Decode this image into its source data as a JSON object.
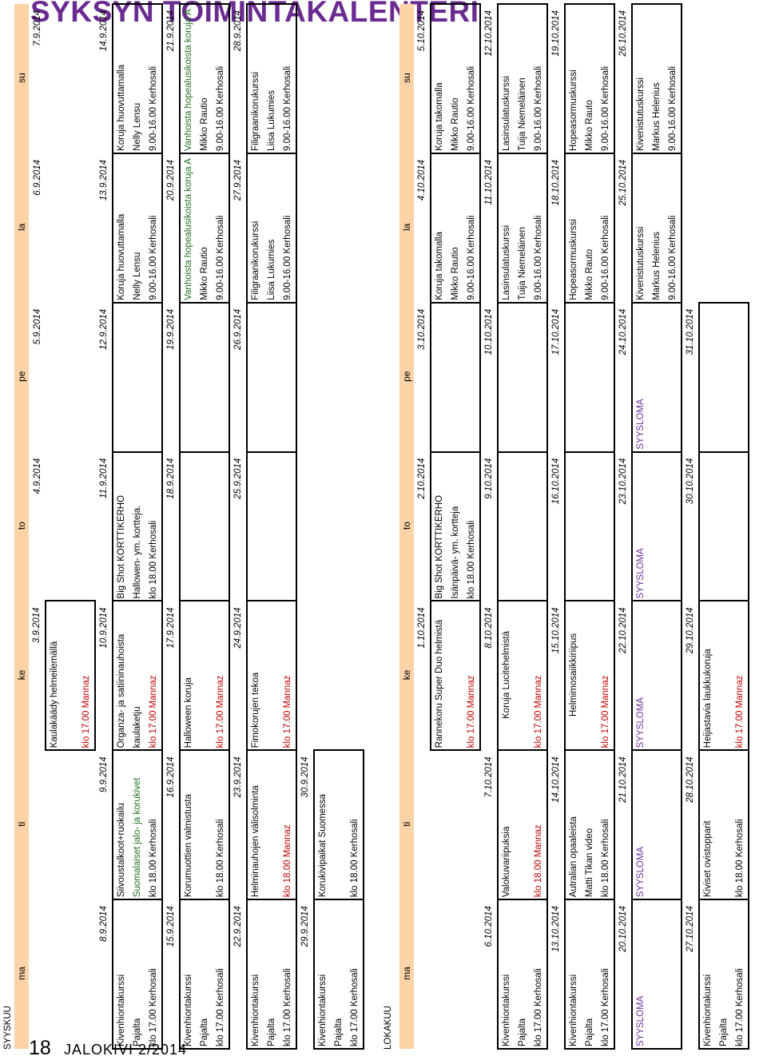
{
  "title": "SYKSYN TOIMINTAKALENTERI",
  "footer": {
    "page": "18",
    "magazine": "JALOKIVI 2/2014"
  },
  "days": [
    "ma",
    "ti",
    "ke",
    "to",
    "pe",
    "la",
    "su"
  ],
  "september": {
    "label": "SYYSKUU",
    "weeks": [
      {
        "dates": [
          "",
          "",
          "3.9.2014",
          "4.9.2014",
          "5.9.2014",
          "6.9.2014",
          "7.9.2014"
        ],
        "cells": [
          null,
          null,
          [
            "Kaulakäädy helmeilemällä",
            "",
            "klo 17.00  Mannaz"
          ],
          null,
          null,
          null,
          null
        ]
      },
      {
        "dates": [
          "8.9.2014",
          "9.9.2014",
          "10.9.2014",
          "11.9.2014",
          "12.9.2014",
          "13.9.2014",
          "14.9.2014"
        ],
        "cells": [
          [
            "Kivenhiontakurssi",
            "Pajalta",
            "klo 17.00 Kerhosali"
          ],
          [
            "Siivoustalkoot+ruokailu",
            "Suomalaiset jalo- ja korukivet",
            "klo 18.00 Kerhosali"
          ],
          [
            "Organza- ja satiininauhoista",
            "kaulaketju",
            "klo 17.00  Mannaz"
          ],
          [
            "Big Shot KORTTIKERHO",
            "Hallowen- ym. kortteja.",
            "klo 18.00 Kerhosali"
          ],
          [
            "",
            "",
            ""
          ],
          [
            "Koruja huovuttamalla",
            "Nelly Lensu",
            "9.00-16.00 Kerhosali"
          ],
          [
            "Koruja huovuttamalla",
            "Nelly Lensu",
            "9.00-16.00 Kerhosali"
          ]
        ]
      },
      {
        "dates": [
          "15.9.2014",
          "16.9.2014",
          "17.9.2014",
          "18.9.2014",
          "19.9.2014",
          "20.9.2014",
          "21.9.2014"
        ],
        "cells": [
          [
            "Kivenhiontakurssi",
            "Pajalta",
            "klo 17.00 Kerhosali"
          ],
          [
            "Korumuottien valmistusta",
            "",
            "klo 18.00 Kerhosali"
          ],
          [
            "Halloween koruja",
            "",
            "klo 17.00  Mannaz"
          ],
          [
            "",
            "",
            ""
          ],
          [
            "",
            "",
            ""
          ],
          [
            "Vanhoista hopealusikoista koruja A",
            "Mikko Rautio",
            "9.00-16.00 Kerhosali"
          ],
          [
            "Vanhoista hopealusikoista koruja A",
            "Mikko Rautio",
            "9.00-16.00 Kerhosali"
          ]
        ]
      },
      {
        "dates": [
          "22.9.2014",
          "23.9.2014",
          "24.9.2014",
          "25.9.2014",
          "26.9.2014",
          "27.9.2014",
          "28.9.2014"
        ],
        "cells": [
          [
            "Kivenhiontakurssi",
            "Pajalta",
            "klo 17.00 Kerhosali"
          ],
          [
            "Helminauhojen välisolminta",
            "",
            "klo 18.00  Mannaz"
          ],
          [
            "Fimokorujen tekoa",
            "",
            "klo 17.00  Mannaz"
          ],
          [
            "",
            "",
            ""
          ],
          [
            "",
            "",
            ""
          ],
          [
            "Filigraanikorukurssi",
            "Liisa Lukumies",
            "9.00-16.00 Kerhosali"
          ],
          [
            "Filigraanikorukurssi",
            "Liisa Lukumies",
            "9.00-16.00 Kerhosali"
          ]
        ]
      },
      {
        "dates": [
          "29.9.2014",
          "30.9.2014",
          "",
          "",
          "",
          "",
          ""
        ],
        "cells": [
          [
            "Kivenhiontakurssi",
            "Pajalta",
            "klo 17.00 Kerhosali"
          ],
          [
            "Korukivipaikat Suomessa",
            "",
            "klo 18.00 Kerhosali"
          ],
          null,
          null,
          null,
          null,
          null
        ]
      }
    ]
  },
  "october": {
    "label": "LOKAKUU",
    "weeks": [
      {
        "dates": [
          "",
          "",
          "1.10.2014",
          "2.10.2014",
          "3.10.2014",
          "4.10.2014",
          "5.10.2014"
        ],
        "cells": [
          null,
          null,
          [
            "Rannekoru Super Duo helmistä",
            "",
            "klo 17.00  Mannaz"
          ],
          [
            "Big Shot KORTTIKERHO",
            "Isänpäivä- ym. kortteja",
            "klo 18.00 Kerhosali"
          ],
          [
            "",
            "",
            ""
          ],
          [
            "Koruja takomalla",
            "Mikko Rautio",
            "9.00-16.00 Kerhosali"
          ],
          [
            "Koruja takomalla",
            "Mikko Rautio",
            "9.00-16.00 Kerhosali"
          ]
        ]
      },
      {
        "dates": [
          "6.10.2014",
          "7.10.2014",
          "8.10.2014",
          "9.10.2014",
          "10.10.2014",
          "11.10.2014",
          "12.10.2014"
        ],
        "cells": [
          [
            "Kivenhiontakurssi",
            "Pajalta",
            "klo 17.00 Kerhosali"
          ],
          [
            "Valokuvariipuksia",
            "",
            "klo 18.00  Mannaz"
          ],
          [
            "Koruja Lucitehelmistä",
            "",
            "klo 17.00  Mannaz"
          ],
          [
            "",
            "",
            ""
          ],
          [
            "",
            "",
            ""
          ],
          [
            "Lasinsulatuskurssi",
            "Tuija Niemeläinen",
            "9.00-16.00 Kerhosali"
          ],
          [
            "Lasinsulatuskurssi",
            "Tuija Niemeläinen",
            "9.00-16.00 Kerhosali"
          ]
        ]
      },
      {
        "dates": [
          "13.10.2014",
          "14.10.2014",
          "15.10.2014",
          "16.10.2014",
          "17.10.2014",
          "18.10.2014",
          "19.10.2014"
        ],
        "cells": [
          [
            "Kivenhiontakurssi",
            "Pajalta",
            "klo 17.00 Kerhosali"
          ],
          [
            "Autralian opaaleista",
            "Matti Tikan video",
            "klo 18.00 Kerhosali"
          ],
          [
            "Helmimosaiikkiriipus",
            "",
            "klo 17.00  Mannaz"
          ],
          [
            "",
            "",
            ""
          ],
          [
            "",
            "",
            ""
          ],
          [
            "Hopeasormuskurssi",
            "Mikko Rauto",
            "9.00-16.00 Kerhosali"
          ],
          [
            "Hopeasormuskurssi",
            "Mikko Rauto",
            "9.00-16.00 Kerhosali"
          ]
        ]
      },
      {
        "dates": [
          "20.10.2014",
          "21.10.2014",
          "22.10.2014",
          "23.10.2014",
          "24.10.2014",
          "25.10.2014",
          "26.10.2014"
        ],
        "cells": [
          [
            "SYYSLOMA",
            "",
            ""
          ],
          [
            "SYYSLOMA",
            "",
            ""
          ],
          [
            "SYYSLOMA",
            "",
            ""
          ],
          [
            "SYYSLOMA",
            "",
            ""
          ],
          [
            "SYYSLOMA",
            "",
            ""
          ],
          [
            "Kivenistutuskurssi",
            "Markus Helenius",
            "9.00-16.00 Kerhosali"
          ],
          [
            "Kivenistutuskurssi",
            "Markus Helenius",
            "9.00-16.00 Kerhosali"
          ]
        ]
      },
      {
        "dates": [
          "27.10.2014",
          "28.10.2014",
          "29.10.2014",
          "30.10.2014",
          "31.10.2014",
          "",
          ""
        ],
        "cells": [
          [
            "Kivenhiontakurssi",
            "Pajalta",
            "klo 17.00 Kerhosali"
          ],
          [
            "Kiviset ovistopparit",
            "",
            "klo 18.00 Kerhosali"
          ],
          [
            "Heijastavia laukkukoruja",
            "",
            "klo 17.00  Mannaz"
          ],
          [
            "",
            "",
            ""
          ],
          [
            "",
            "",
            ""
          ],
          null,
          null
        ]
      }
    ]
  },
  "colors": {
    "header_bg": "#fcd3a6",
    "title": "#6a2c90",
    "red": "#c00000",
    "green": "#1f6f1f",
    "purple": "#7030a0"
  }
}
